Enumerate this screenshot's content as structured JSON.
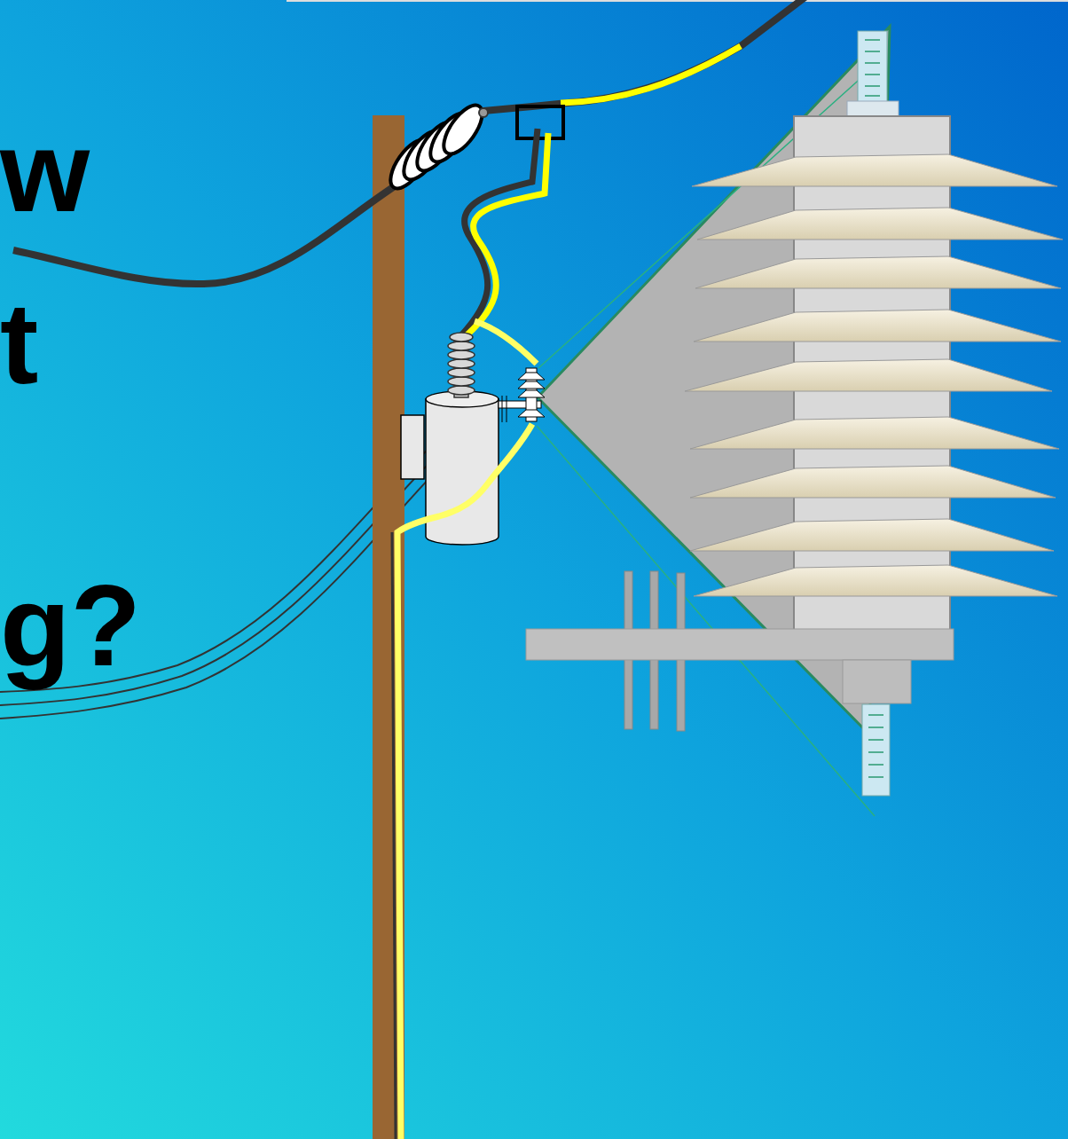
{
  "diagram": {
    "labels": [
      "w",
      "t",
      "g?"
    ]
  }
}
